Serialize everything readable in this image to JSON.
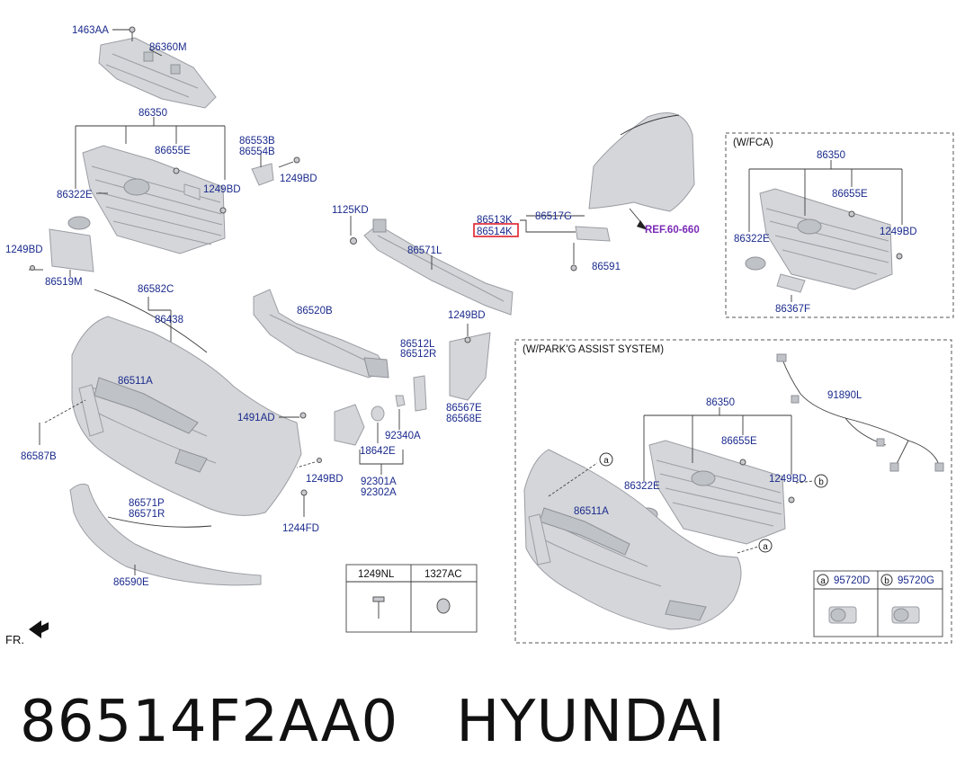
{
  "labels": {
    "p1463AA": "1463AA",
    "p86360M": "86360M",
    "p86350_main": "86350",
    "p86655E_main": "86655E",
    "p86322E_main": "86322E",
    "p1249BD_main_r": "1249BD",
    "p1249BD_main_l": "1249BD",
    "p86519M": "86519M",
    "p86553B": "86553B",
    "p86554B": "86554B",
    "p1249BD_bkt": "1249BD",
    "p1125KD": "1125KD",
    "p86571L": "86571L",
    "p86513K": "86513K",
    "p86514K": "86514K",
    "p86517G": "86517G",
    "pREF": "REF.60-660",
    "p86591": "86591",
    "p86582C": "86582C",
    "p86438": "86438",
    "p86520B": "86520B",
    "p1249BD_side": "1249BD",
    "p86512L": "86512L",
    "p86512R": "86512R",
    "p86567E": "86567E",
    "p86568E": "86568E",
    "p86511A_main": "86511A",
    "p1491AD": "1491AD",
    "p92340A": "92340A",
    "p18642E": "18642E",
    "p92301A": "92301A",
    "p92302A": "92302A",
    "p86587B": "86587B",
    "p1249BD_lower": "1249BD",
    "p1244FD": "1244FD",
    "p86571P": "86571P",
    "p86571R": "86571R",
    "p86590E": "86590E",
    "fr": "FR.",
    "fca_title": "(W/FCA)",
    "fca_86350": "86350",
    "fca_86655E": "86655E",
    "fca_86322E": "86322E",
    "fca_1249BD": "1249BD",
    "fca_86367F": "86367F",
    "pk_title": "(W/PARK'G ASSIST SYSTEM)",
    "pk_91890L": "91890L",
    "pk_86350": "86350",
    "pk_86655E": "86655E",
    "pk_86322E": "86322E",
    "pk_1249BD": "1249BD",
    "pk_86511A": "86511A",
    "pk_a1": "a",
    "pk_a2": "a",
    "pk_b1": "b",
    "sensor_a_circle": "a",
    "sensor_a_part": "95720D",
    "sensor_b_circle": "b",
    "sensor_b_part": "95720G",
    "tbl_col1": "1249NL",
    "tbl_col2": "1327AC"
  },
  "footer": {
    "text": "86514F2AA0   HYUNDAI"
  },
  "colors": {
    "label": "#1a2a8c",
    "ref": "#7a2ab5",
    "highlight": "#e0202a"
  },
  "highlighted_part": "86514K"
}
